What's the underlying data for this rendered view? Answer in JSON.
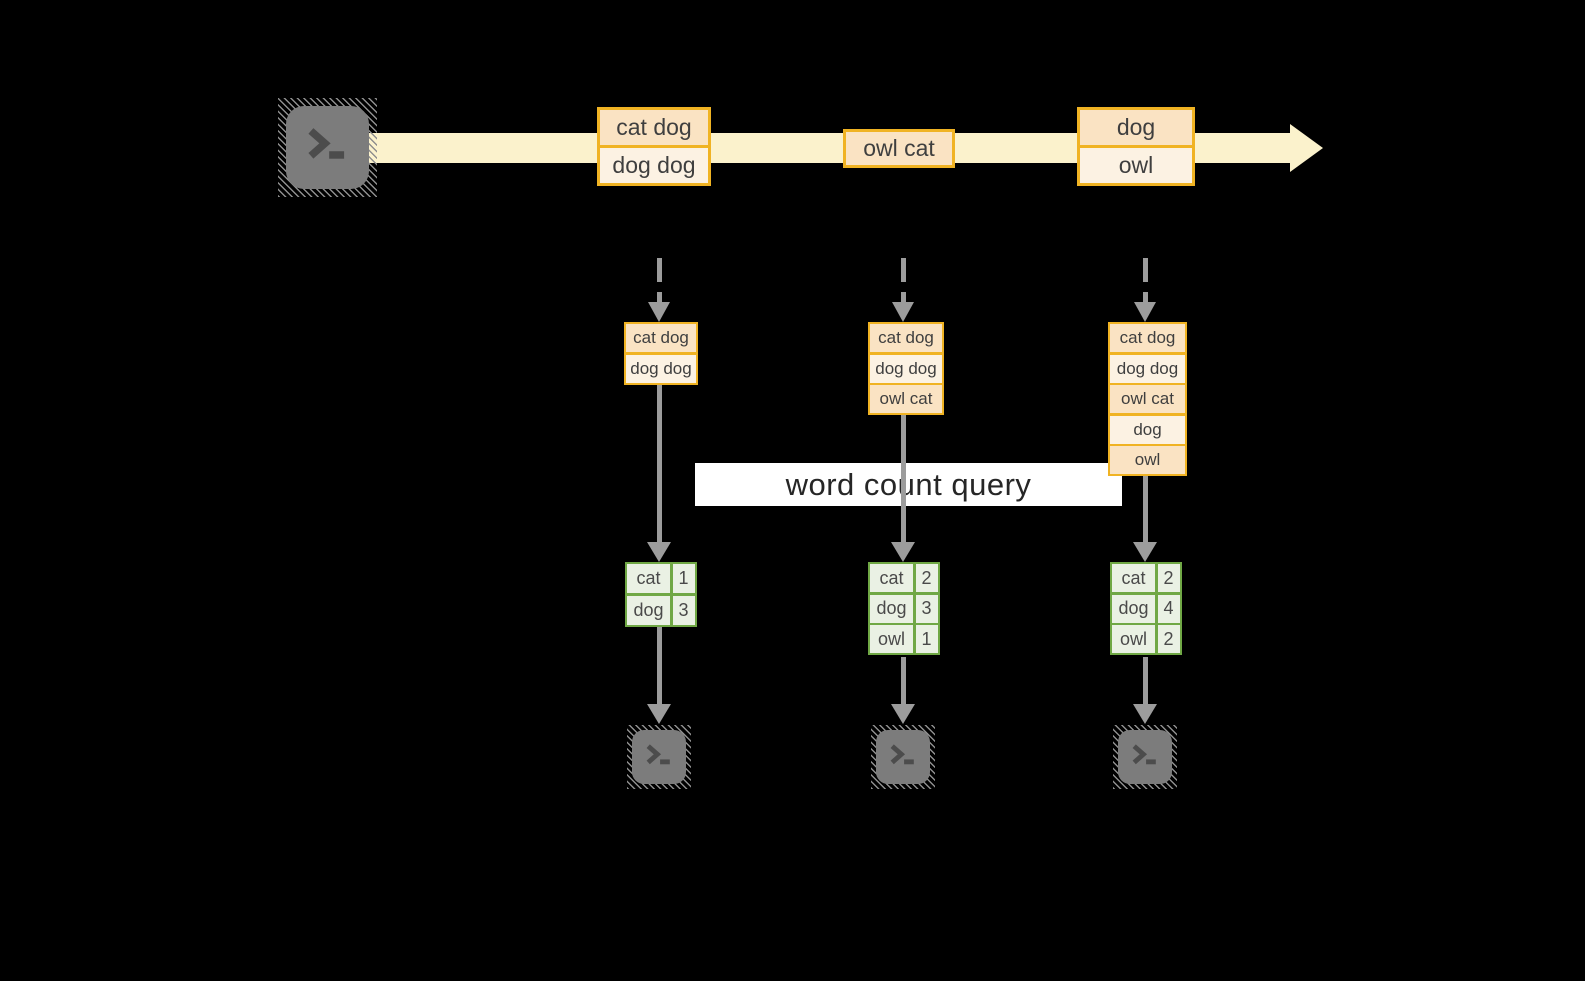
{
  "query": {
    "label": "word count query"
  },
  "stream": {
    "events": [
      {
        "lines": [
          "cat dog",
          "dog dog"
        ]
      },
      {
        "lines": [
          "owl cat"
        ]
      },
      {
        "lines": [
          "dog",
          "owl"
        ]
      }
    ]
  },
  "columns": [
    {
      "buffer": [
        "cat dog",
        "dog dog"
      ],
      "counts": [
        {
          "word": "cat",
          "count": "1"
        },
        {
          "word": "dog",
          "count": "3"
        }
      ]
    },
    {
      "buffer": [
        "cat dog",
        "dog dog",
        "owl cat"
      ],
      "counts": [
        {
          "word": "cat",
          "count": "2"
        },
        {
          "word": "dog",
          "count": "3"
        },
        {
          "word": "owl",
          "count": "1"
        }
      ]
    },
    {
      "buffer": [
        "cat dog",
        "dog dog",
        "owl cat",
        "dog",
        "owl"
      ],
      "counts": [
        {
          "word": "cat",
          "count": "2"
        },
        {
          "word": "dog",
          "count": "4"
        },
        {
          "word": "owl",
          "count": "2"
        }
      ]
    }
  ],
  "icons": {
    "source": "terminal-prompt-icon",
    "sinks": [
      "terminal-prompt-icon",
      "terminal-prompt-icon",
      "terminal-prompt-icon"
    ]
  },
  "colors": {
    "background": "#000000",
    "stream_band": "#FBF2CC",
    "gold_border": "#F0B323",
    "peach_fill": "#FAE3C3",
    "cream_fill": "#FCF2E3",
    "box_text": "#3F3F3F",
    "arrow_gray": "#9C9C9C",
    "terminal_gray": "#7C7C7C",
    "green_border": "#70A845",
    "green_fill": "#EAF1E4",
    "banner_bg": "#FFFFFF",
    "banner_text": "#262626"
  }
}
